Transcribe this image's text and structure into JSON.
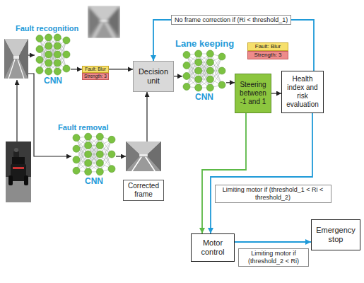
{
  "diagram": {
    "nodes": [
      {
        "text": [
          "Fault recognition",
          "CNN"
        ]
      },
      {
        "text": [
          "Fault: Blur"
        ]
      },
      {
        "text": [
          "Strength: 3"
        ]
      },
      {
        "text": [
          "Decision unit"
        ]
      },
      {
        "text": [
          "Fault removal",
          "CNN"
        ]
      },
      {
        "text": [
          "Corrected frame"
        ]
      },
      {
        "text": [
          "Lane keeping",
          "CNN"
        ]
      },
      {
        "text": [
          "Fault: Blur"
        ]
      },
      {
        "text": [
          "Strength: 3"
        ]
      },
      {
        "text": [
          "Steering between -1 and 1"
        ]
      },
      {
        "text": [
          "Health index and risk evaluation"
        ]
      },
      {
        "text": [
          "Motor control"
        ]
      },
      {
        "text": [
          "Emergency stop"
        ]
      }
    ],
    "edges": [
      {
        "from": 0,
        "to": 1,
        "arrow": "to"
      },
      {
        "from": 1,
        "to": 3,
        "arrow": "to"
      },
      {
        "from": 4,
        "to": 5,
        "arrow": "to"
      },
      {
        "from": 5,
        "to": 3,
        "arrow": "to"
      },
      {
        "from": 3,
        "to": 6,
        "arrow": "to"
      },
      {
        "from": 6,
        "to": 9,
        "arrow": "to"
      },
      {
        "from": 9,
        "to": 10,
        "arrow": "to"
      },
      {
        "from": 10,
        "to": 3,
        "label": "No frame correction if (Ri < threshold_1)",
        "arrow": "to"
      },
      {
        "from": 9,
        "to": 11,
        "arrow": "to"
      },
      {
        "from": 10,
        "to": 11,
        "label": "Limiting motor if (threshold_1 < Ri < threshold_2)",
        "arrow": "to"
      },
      {
        "from": 11,
        "to": 12,
        "label": "Limiting motor if (threshold_2 < Ri)",
        "arrow": "to"
      }
    ]
  }
}
